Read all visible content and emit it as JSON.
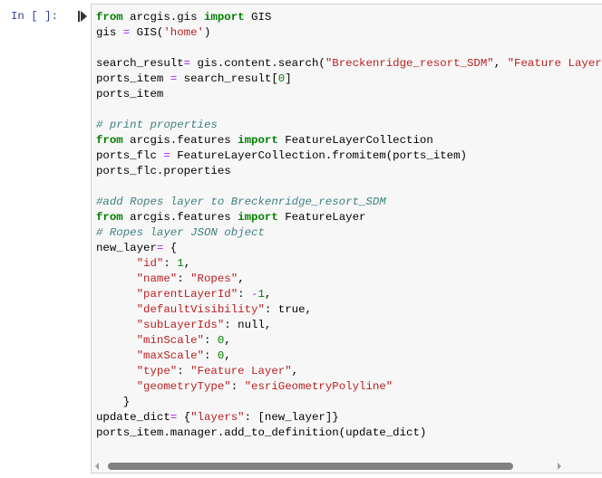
{
  "cell": {
    "prompt": "In [ ]:",
    "run_icon": "run-cursor-icon",
    "code_lines": [
      [
        [
          "from",
          "kw"
        ],
        [
          " arcgis.gis ",
          ""
        ],
        [
          "import",
          "kw"
        ],
        [
          " GIS",
          ""
        ]
      ],
      [
        [
          "gis ",
          ""
        ],
        [
          "=",
          "op"
        ],
        [
          " GIS(",
          ""
        ],
        [
          "'home'",
          "str"
        ],
        [
          ")",
          ""
        ]
      ],
      [],
      [
        [
          "search_result",
          ""
        ],
        [
          "=",
          "op"
        ],
        [
          " gis.content.search(",
          ""
        ],
        [
          "\"Breckenridge_resort_SDM\"",
          "str"
        ],
        [
          ", ",
          ""
        ],
        [
          "\"Feature Layer\"",
          "str"
        ]
      ],
      [
        [
          "ports_item ",
          ""
        ],
        [
          "=",
          "op"
        ],
        [
          " search_result[",
          ""
        ],
        [
          "0",
          "num"
        ],
        [
          "]",
          ""
        ]
      ],
      [
        [
          "ports_item",
          ""
        ]
      ],
      [],
      [
        [
          "# print properties",
          "cm"
        ]
      ],
      [
        [
          "from",
          "kw"
        ],
        [
          " arcgis.features ",
          ""
        ],
        [
          "import",
          "kw"
        ],
        [
          " FeatureLayerCollection",
          ""
        ]
      ],
      [
        [
          "ports_flc ",
          ""
        ],
        [
          "=",
          "op"
        ],
        [
          " FeatureLayerCollection.fromitem(ports_item)",
          ""
        ]
      ],
      [
        [
          "ports_flc.properties",
          ""
        ]
      ],
      [],
      [
        [
          "#add Ropes layer to Breckenridge_resort_SDM",
          "cm"
        ]
      ],
      [
        [
          "from",
          "kw"
        ],
        [
          " arcgis.features ",
          ""
        ],
        [
          "import",
          "kw"
        ],
        [
          " FeatureLayer",
          ""
        ]
      ],
      [
        [
          "# Ropes layer JSON object",
          "cm"
        ]
      ],
      [
        [
          "new_layer",
          ""
        ],
        [
          "=",
          "op"
        ],
        [
          " {",
          ""
        ]
      ],
      [
        [
          "      ",
          ""
        ],
        [
          "\"id\"",
          "str"
        ],
        [
          ": ",
          ""
        ],
        [
          "1",
          "num"
        ],
        [
          ",",
          ""
        ]
      ],
      [
        [
          "      ",
          ""
        ],
        [
          "\"name\"",
          "str"
        ],
        [
          ": ",
          ""
        ],
        [
          "\"Ropes\"",
          "str"
        ],
        [
          ",",
          ""
        ]
      ],
      [
        [
          "      ",
          ""
        ],
        [
          "\"parentLayerId\"",
          "str"
        ],
        [
          ": ",
          ""
        ],
        [
          "-",
          "op"
        ],
        [
          "1",
          "num"
        ],
        [
          ",",
          ""
        ]
      ],
      [
        [
          "      ",
          ""
        ],
        [
          "\"defaultVisibility\"",
          "str"
        ],
        [
          ": true,",
          ""
        ]
      ],
      [
        [
          "      ",
          ""
        ],
        [
          "\"subLayerIds\"",
          "str"
        ],
        [
          ": null,",
          ""
        ]
      ],
      [
        [
          "      ",
          ""
        ],
        [
          "\"minScale\"",
          "str"
        ],
        [
          ": ",
          ""
        ],
        [
          "0",
          "num"
        ],
        [
          ",",
          ""
        ]
      ],
      [
        [
          "      ",
          ""
        ],
        [
          "\"maxScale\"",
          "str"
        ],
        [
          ": ",
          ""
        ],
        [
          "0",
          "num"
        ],
        [
          ",",
          ""
        ]
      ],
      [
        [
          "      ",
          ""
        ],
        [
          "\"type\"",
          "str"
        ],
        [
          ": ",
          ""
        ],
        [
          "\"Feature Layer\"",
          "str"
        ],
        [
          ",",
          ""
        ]
      ],
      [
        [
          "      ",
          ""
        ],
        [
          "\"geometryType\"",
          "str"
        ],
        [
          ": ",
          ""
        ],
        [
          "\"esriGeometryPolyline\"",
          "str"
        ]
      ],
      [
        [
          "    }",
          ""
        ]
      ],
      [
        [
          "update_dict",
          ""
        ],
        [
          "=",
          "op"
        ],
        [
          " {",
          ""
        ],
        [
          "\"layers\"",
          "str"
        ],
        [
          ": [new_layer]}",
          ""
        ]
      ],
      [
        [
          "ports_item.manager.add_to_definition(update_dict)",
          ""
        ]
      ]
    ]
  }
}
